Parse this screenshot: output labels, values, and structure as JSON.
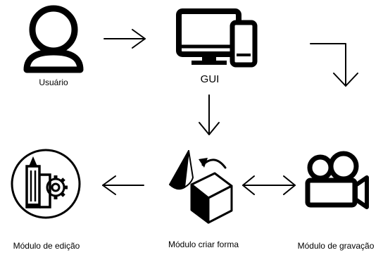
{
  "nodes": {
    "user": {
      "label": "Usuário",
      "icon": "user-icon"
    },
    "gui": {
      "label": "GUI",
      "icon": "desktop-and-phone-icon"
    },
    "edit": {
      "label": "Módulo de edição",
      "icon": "pencil-gear-edit-icon"
    },
    "shape": {
      "label": "Módulo criar forma",
      "icon": "3d-shapes-icon"
    },
    "record": {
      "label": "Módulo de gravação",
      "icon": "video-camera-icon"
    }
  },
  "edges": [
    {
      "from": "Usuário",
      "to": "GUI",
      "direction": "right"
    },
    {
      "from": "GUI",
      "to": "Módulo criar forma",
      "direction": "down"
    },
    {
      "from": "GUI",
      "to": "Módulo de gravação",
      "direction": "right-then-down"
    },
    {
      "from": "Módulo criar forma",
      "to": "Módulo de edição",
      "direction": "left"
    },
    {
      "from": "Módulo criar forma",
      "to": "Módulo de gravação",
      "direction": "bidirectional"
    }
  ],
  "colors": {
    "stroke": "#000000",
    "background": "#ffffff"
  }
}
